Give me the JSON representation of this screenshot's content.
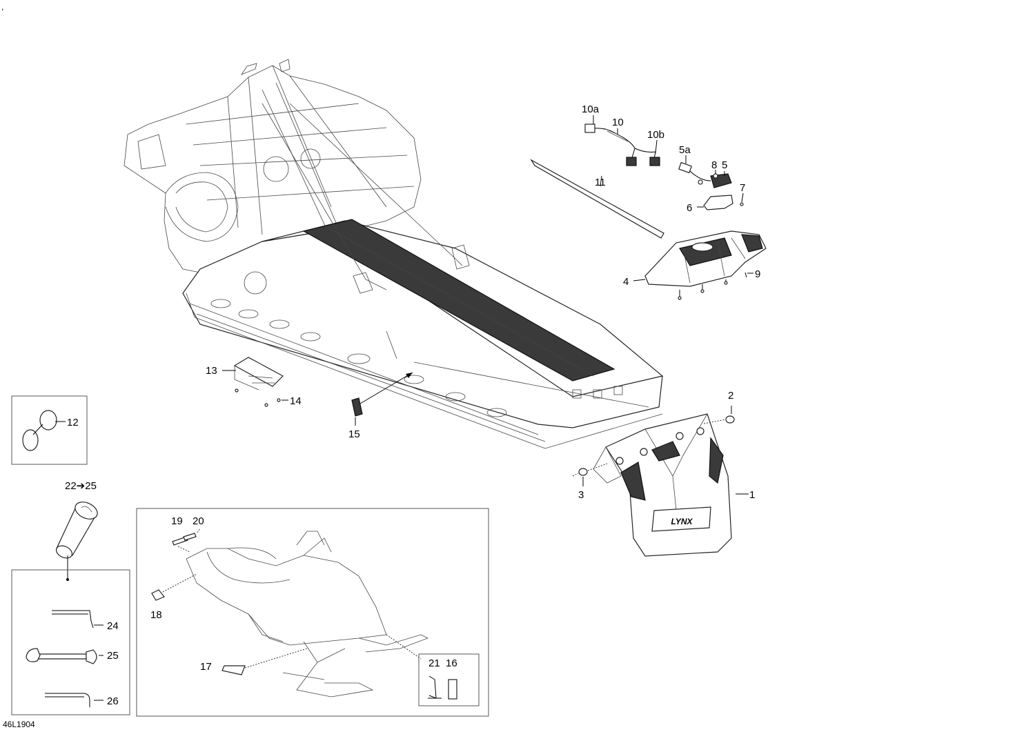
{
  "corner_mark": ",",
  "drawing_id": "46L1904",
  "callouts": {
    "c1": "1",
    "c2": "2",
    "c3": "3",
    "c4": "4",
    "c5": "5",
    "c5a": "5a",
    "c6": "6",
    "c7": "7",
    "c8": "8",
    "c9": "9",
    "c10": "10",
    "c10a": "10a",
    "c10b": "10b",
    "c11": "11",
    "c12": "12",
    "c13": "13",
    "c14": "14",
    "c15": "15",
    "c16": "16",
    "c17": "17",
    "c18": "18",
    "c19": "19",
    "c20": "20",
    "c21": "21",
    "c22_25": "22➔25",
    "c24": "24",
    "c25": "25",
    "c26": "26"
  },
  "logo_text": "LYNX"
}
